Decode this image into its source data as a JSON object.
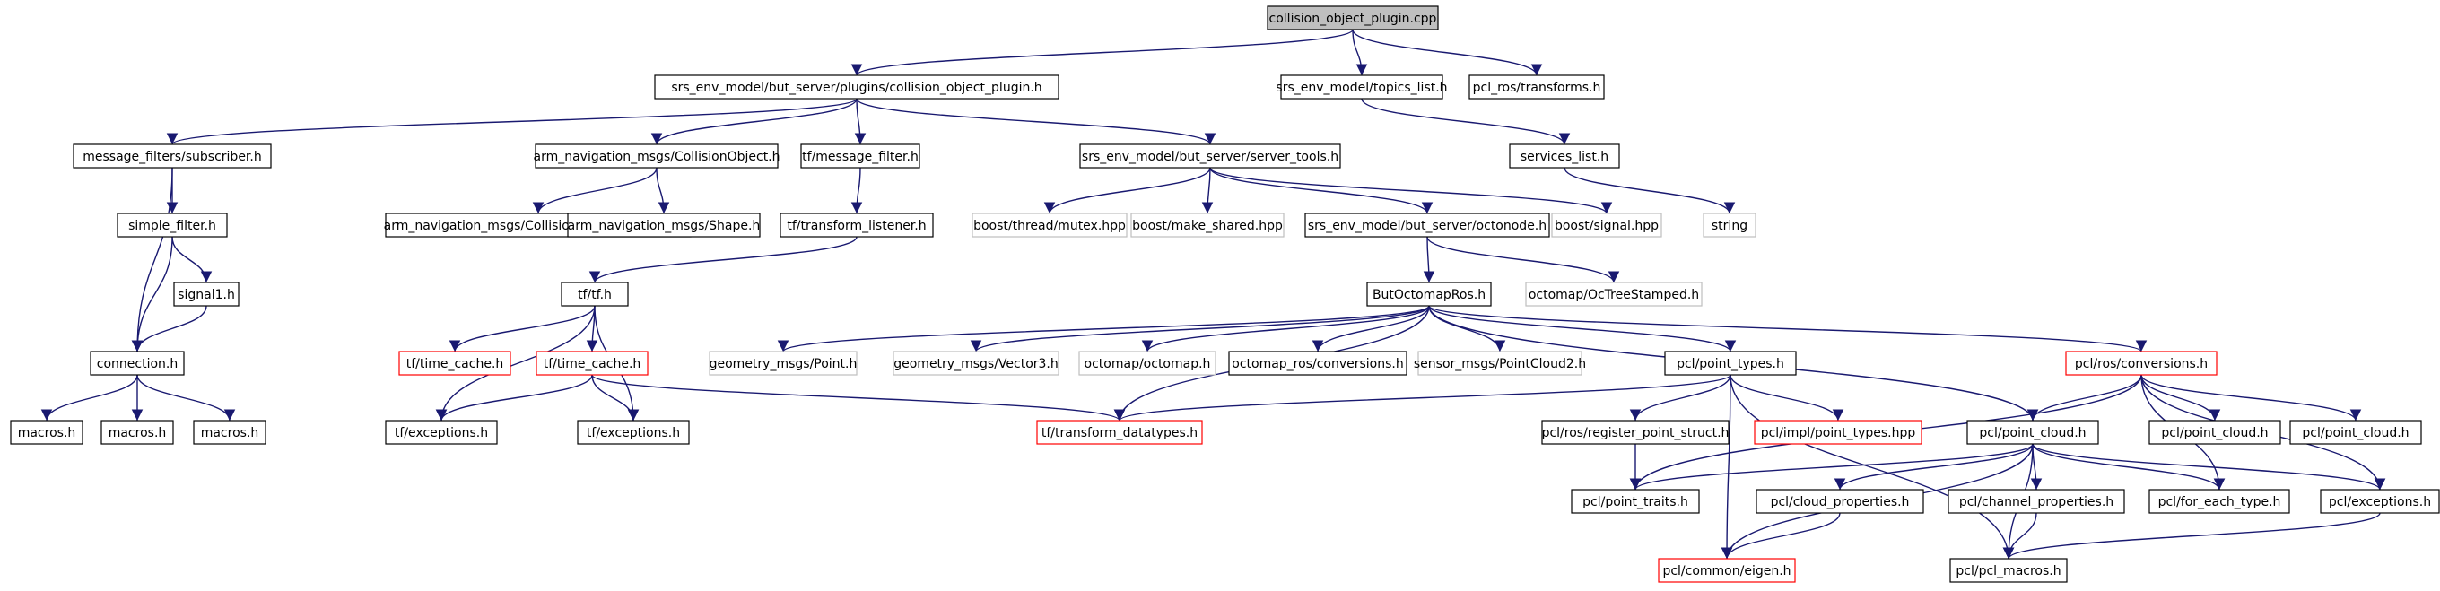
{
  "colors": {
    "edge": "#191970",
    "box_normal": "#000000",
    "box_missing": "#bfbfbf",
    "box_truncated": "#ff0000",
    "root_fill": "#bfbfbf",
    "text": "#000000"
  },
  "nodes": [
    {
      "id": "root",
      "label": "collision_object_plugin.cpp",
      "kind": "root"
    },
    {
      "id": "cop_h",
      "label": "srs_env_model/but_server/plugins/collision_object_plugin.h",
      "kind": "normal"
    },
    {
      "id": "topics",
      "label": "srs_env_model/topics_list.h",
      "kind": "normal"
    },
    {
      "id": "pclros_tf",
      "label": "pcl_ros/transforms.h",
      "kind": "normal"
    },
    {
      "id": "mf_sub",
      "label": "message_filters/subscriber.h",
      "kind": "normal"
    },
    {
      "id": "an_co",
      "label": "arm_navigation_msgs/CollisionObject.h",
      "kind": "normal"
    },
    {
      "id": "tf_mf",
      "label": "tf/message_filter.h",
      "kind": "normal"
    },
    {
      "id": "server_tools",
      "label": "srs_env_model/but_server/server_tools.h",
      "kind": "normal"
    },
    {
      "id": "services",
      "label": "services_list.h",
      "kind": "normal"
    },
    {
      "id": "simple_filter",
      "label": "simple_filter.h",
      "kind": "normal"
    },
    {
      "id": "an_coo",
      "label": "arm_navigation_msgs/CollisionObjectOperation.h",
      "kind": "normal"
    },
    {
      "id": "an_shape",
      "label": "arm_navigation_msgs/Shape.h",
      "kind": "normal"
    },
    {
      "id": "tf_listener",
      "label": "tf/transform_listener.h",
      "kind": "normal"
    },
    {
      "id": "b_mutex",
      "label": "boost/thread/mutex.hpp",
      "kind": "missing"
    },
    {
      "id": "b_make_shared",
      "label": "boost/make_shared.hpp",
      "kind": "missing"
    },
    {
      "id": "octonode",
      "label": "srs_env_model/but_server/octonode.h",
      "kind": "normal"
    },
    {
      "id": "b_signal",
      "label": "boost/signal.hpp",
      "kind": "missing"
    },
    {
      "id": "string",
      "label": "string",
      "kind": "missing"
    },
    {
      "id": "signal1",
      "label": "signal1.h",
      "kind": "normal"
    },
    {
      "id": "tf_tf",
      "label": "tf/tf.h",
      "kind": "normal"
    },
    {
      "id": "but_octomap",
      "label": "ButOctomapRos.h",
      "kind": "normal"
    },
    {
      "id": "octree_stamped",
      "label": "octomap/OcTreeStamped.h",
      "kind": "missing"
    },
    {
      "id": "connection",
      "label": "connection.h",
      "kind": "normal"
    },
    {
      "id": "tc1",
      "label": "tf/time_cache.h",
      "kind": "truncated"
    },
    {
      "id": "tc2",
      "label": "tf/time_cache.h",
      "kind": "truncated"
    },
    {
      "id": "gm_point",
      "label": "geometry_msgs/Point.h",
      "kind": "missing"
    },
    {
      "id": "gm_vec3",
      "label": "geometry_msgs/Vector3.h",
      "kind": "missing"
    },
    {
      "id": "octomap",
      "label": "octomap/octomap.h",
      "kind": "missing"
    },
    {
      "id": "octomap_conv",
      "label": "octomap_ros/conversions.h",
      "kind": "normal"
    },
    {
      "id": "sm_pc2",
      "label": "sensor_msgs/PointCloud2.h",
      "kind": "missing"
    },
    {
      "id": "pcl_pt",
      "label": "pcl/point_types.h",
      "kind": "normal"
    },
    {
      "id": "pclros_conv",
      "label": "pcl/ros/conversions.h",
      "kind": "truncated"
    },
    {
      "id": "macros1",
      "label": "macros.h",
      "kind": "normal"
    },
    {
      "id": "macros2",
      "label": "macros.h",
      "kind": "normal"
    },
    {
      "id": "macros3",
      "label": "macros.h",
      "kind": "normal"
    },
    {
      "id": "tf_exc1",
      "label": "tf/exceptions.h",
      "kind": "normal"
    },
    {
      "id": "tf_exc2",
      "label": "tf/exceptions.h",
      "kind": "normal"
    },
    {
      "id": "tf_dt",
      "label": "tf/transform_datatypes.h",
      "kind": "truncated"
    },
    {
      "id": "rps",
      "label": "pcl/ros/register_point_struct.h",
      "kind": "normal"
    },
    {
      "id": "pcl_impl_pt",
      "label": "pcl/impl/point_types.hpp",
      "kind": "truncated"
    },
    {
      "id": "pcl_pc",
      "label": "pcl/point_cloud.h",
      "kind": "normal"
    },
    {
      "id": "pcl_pc_b",
      "label": "pcl/point_cloud.h",
      "kind": "normal"
    },
    {
      "id": "pcl_pc_c",
      "label": "pcl/point_cloud.h",
      "kind": "normal"
    },
    {
      "id": "pcl_traits",
      "label": "pcl/point_traits.h",
      "kind": "normal"
    },
    {
      "id": "pcl_cloud_props",
      "label": "pcl/cloud_properties.h",
      "kind": "normal"
    },
    {
      "id": "pcl_chan_props",
      "label": "pcl/channel_properties.h",
      "kind": "normal"
    },
    {
      "id": "pcl_foreach",
      "label": "pcl/for_each_type.h",
      "kind": "normal"
    },
    {
      "id": "pcl_exc",
      "label": "pcl/exceptions.h",
      "kind": "normal"
    },
    {
      "id": "pcl_eigen",
      "label": "pcl/common/eigen.h",
      "kind": "truncated"
    },
    {
      "id": "pcl_macros",
      "label": "pcl/pcl_macros.h",
      "kind": "normal"
    }
  ],
  "edges": [
    [
      "root",
      "cop_h"
    ],
    [
      "root",
      "topics"
    ],
    [
      "root",
      "pclros_tf"
    ],
    [
      "cop_h",
      "mf_sub"
    ],
    [
      "cop_h",
      "an_co"
    ],
    [
      "cop_h",
      "tf_mf"
    ],
    [
      "cop_h",
      "server_tools"
    ],
    [
      "topics",
      "services"
    ],
    [
      "services",
      "string"
    ],
    [
      "mf_sub",
      "simple_filter"
    ],
    [
      "mf_sub",
      "connection"
    ],
    [
      "simple_filter",
      "signal1"
    ],
    [
      "simple_filter",
      "connection"
    ],
    [
      "signal1",
      "connection"
    ],
    [
      "connection",
      "macros1"
    ],
    [
      "connection",
      "macros2"
    ],
    [
      "connection",
      "macros3"
    ],
    [
      "an_co",
      "an_coo"
    ],
    [
      "an_co",
      "an_shape"
    ],
    [
      "tf_mf",
      "tf_listener"
    ],
    [
      "tf_listener",
      "tf_tf"
    ],
    [
      "tf_tf",
      "tc1"
    ],
    [
      "tf_tf",
      "tc2"
    ],
    [
      "tf_tf",
      "tf_exc1"
    ],
    [
      "tf_tf",
      "tf_exc2"
    ],
    [
      "tc2",
      "tf_exc1"
    ],
    [
      "tc2",
      "tf_exc2"
    ],
    [
      "tc2",
      "tf_dt"
    ],
    [
      "server_tools",
      "b_mutex"
    ],
    [
      "server_tools",
      "b_make_shared"
    ],
    [
      "server_tools",
      "octonode"
    ],
    [
      "server_tools",
      "b_signal"
    ],
    [
      "octonode",
      "but_octomap"
    ],
    [
      "octonode",
      "octree_stamped"
    ],
    [
      "but_octomap",
      "gm_point"
    ],
    [
      "but_octomap",
      "gm_vec3"
    ],
    [
      "but_octomap",
      "octomap"
    ],
    [
      "but_octomap",
      "octomap_conv"
    ],
    [
      "but_octomap",
      "sm_pc2"
    ],
    [
      "but_octomap",
      "pcl_pt"
    ],
    [
      "but_octomap",
      "pclros_conv"
    ],
    [
      "but_octomap",
      "tf_dt"
    ],
    [
      "but_octomap",
      "pcl_pc"
    ],
    [
      "pcl_pt",
      "tf_dt"
    ],
    [
      "pcl_pt",
      "rps"
    ],
    [
      "pcl_pt",
      "pcl_impl_pt"
    ],
    [
      "pcl_pt",
      "pcl_eigen"
    ],
    [
      "pcl_pt",
      "pcl_macros"
    ],
    [
      "rps",
      "pcl_traits"
    ],
    [
      "pclros_conv",
      "pcl_pc"
    ],
    [
      "pclros_conv",
      "pcl_pc_b"
    ],
    [
      "pclros_conv",
      "pcl_pc_c"
    ],
    [
      "pclros_conv",
      "pcl_traits"
    ],
    [
      "pclros_conv",
      "pcl_foreach"
    ],
    [
      "pclros_conv",
      "pcl_exc"
    ],
    [
      "pcl_pc",
      "pcl_traits"
    ],
    [
      "pcl_pc",
      "pcl_cloud_props"
    ],
    [
      "pcl_pc",
      "pcl_chan_props"
    ],
    [
      "pcl_pc",
      "pcl_foreach"
    ],
    [
      "pcl_pc",
      "pcl_exc"
    ],
    [
      "pcl_pc",
      "pcl_eigen"
    ],
    [
      "pcl_pc",
      "pcl_macros"
    ],
    [
      "pcl_cloud_props",
      "pcl_eigen"
    ],
    [
      "pcl_chan_props",
      "pcl_macros"
    ],
    [
      "pcl_exc",
      "pcl_macros"
    ]
  ]
}
